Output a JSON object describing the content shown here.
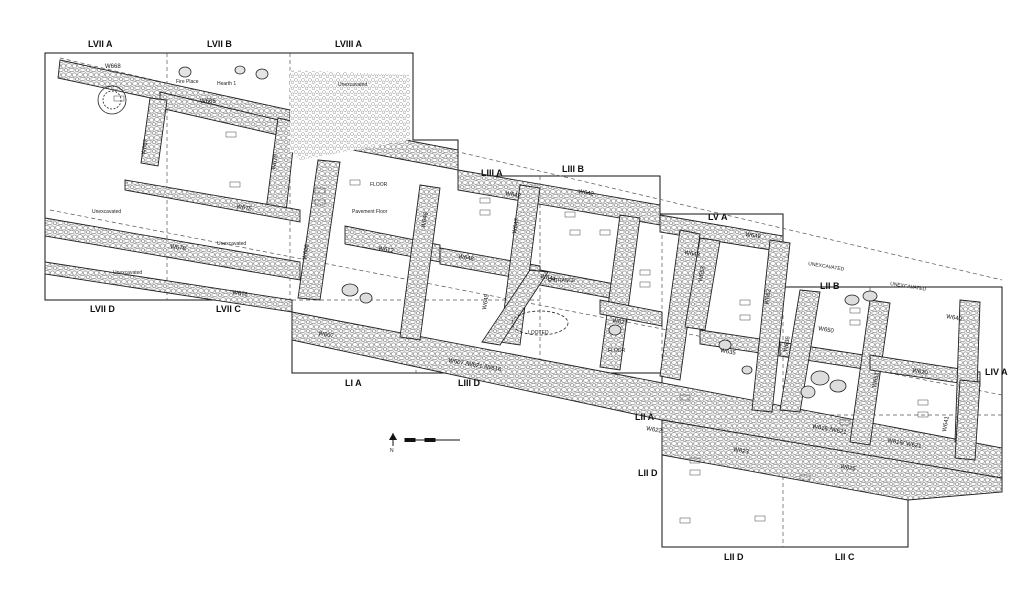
{
  "grid_squares": [
    {
      "id": "lviia",
      "label": "LVII A"
    },
    {
      "id": "lviib",
      "label": "LVII B"
    },
    {
      "id": "lviiia",
      "label": "LVIII A"
    },
    {
      "id": "lviid",
      "label": "LVII D"
    },
    {
      "id": "lviic",
      "label": "LVII C"
    },
    {
      "id": "liiia",
      "label": "LIII A"
    },
    {
      "id": "liiib",
      "label": "LIII B"
    },
    {
      "id": "lva",
      "label": "LV A"
    },
    {
      "id": "liib",
      "label": "LII B"
    },
    {
      "id": "liva",
      "label": "LIV A"
    },
    {
      "id": "lia",
      "label": "LI A"
    },
    {
      "id": "liiid",
      "label": "LIII D"
    },
    {
      "id": "liia",
      "label": "LII A"
    },
    {
      "id": "liid_side",
      "label": "LII D"
    },
    {
      "id": "liid_bottom",
      "label": "LII D"
    },
    {
      "id": "liic",
      "label": "LII C"
    }
  ],
  "walls": [
    {
      "id": "w668",
      "label": "W668"
    },
    {
      "id": "w666",
      "label": "W666"
    },
    {
      "id": "w667",
      "label": "W667"
    },
    {
      "id": "w670",
      "label": "W670"
    },
    {
      "id": "w675",
      "label": "W675"
    },
    {
      "id": "w676",
      "label": "W676"
    },
    {
      "id": "w678",
      "label": "W678"
    },
    {
      "id": "w606",
      "label": "W606"
    },
    {
      "id": "w612",
      "label": "W612"
    },
    {
      "id": "w607a",
      "label": "W607"
    },
    {
      "id": "w646",
      "label": "W646"
    },
    {
      "id": "w648",
      "label": "W648"
    },
    {
      "id": "w642a",
      "label": "W642"
    },
    {
      "id": "w642b",
      "label": "W642"
    },
    {
      "id": "w647",
      "label": "W647"
    },
    {
      "id": "w644",
      "label": "W644"
    },
    {
      "id": "w645",
      "label": "W645"
    },
    {
      "id": "w627",
      "label": "W627"
    },
    {
      "id": "w607b",
      "label": "W607 /W621 /W616"
    },
    {
      "id": "w649",
      "label": "W649"
    },
    {
      "id": "w643",
      "label": "W643"
    },
    {
      "id": "w653",
      "label": "W653"
    },
    {
      "id": "w652",
      "label": "W652"
    },
    {
      "id": "w635",
      "label": "W635"
    },
    {
      "id": "w636",
      "label": "W636"
    },
    {
      "id": "w650",
      "label": "W650"
    },
    {
      "id": "w651",
      "label": "W651"
    },
    {
      "id": "w640",
      "label": "W640"
    },
    {
      "id": "w620",
      "label": "W620"
    },
    {
      "id": "w641",
      "label": "W641"
    },
    {
      "id": "w622",
      "label": "W622"
    },
    {
      "id": "w623",
      "label": "W623"
    },
    {
      "id": "w625",
      "label": "W625"
    },
    {
      "id": "w616_621a",
      "label": "W616 /W621"
    },
    {
      "id": "w616_621b",
      "label": "W616/ W621"
    }
  ],
  "notes": [
    {
      "id": "unexc1",
      "label": "Unexcavated"
    },
    {
      "id": "unexc2",
      "label": "Unexcavated"
    },
    {
      "id": "unexc3",
      "label": "Unexcavated"
    },
    {
      "id": "unexc4",
      "label": "Unexcavated"
    },
    {
      "id": "unexc5",
      "label": "UNEXCAVATED"
    },
    {
      "id": "unexc6",
      "label": "UNEXCAVATED"
    },
    {
      "id": "entrance",
      "label": "ENTRANCE"
    },
    {
      "id": "looted",
      "label": "LOOTED"
    },
    {
      "id": "floor1",
      "label": "FLOOR"
    },
    {
      "id": "floor2",
      "label": "FLOOR"
    },
    {
      "id": "fireplace",
      "label": "Fire Place"
    },
    {
      "id": "hearth",
      "label": "Hearth 1"
    },
    {
      "id": "paving",
      "label": "Pavement Floor"
    }
  ],
  "north_arrow": {
    "label": "N"
  }
}
